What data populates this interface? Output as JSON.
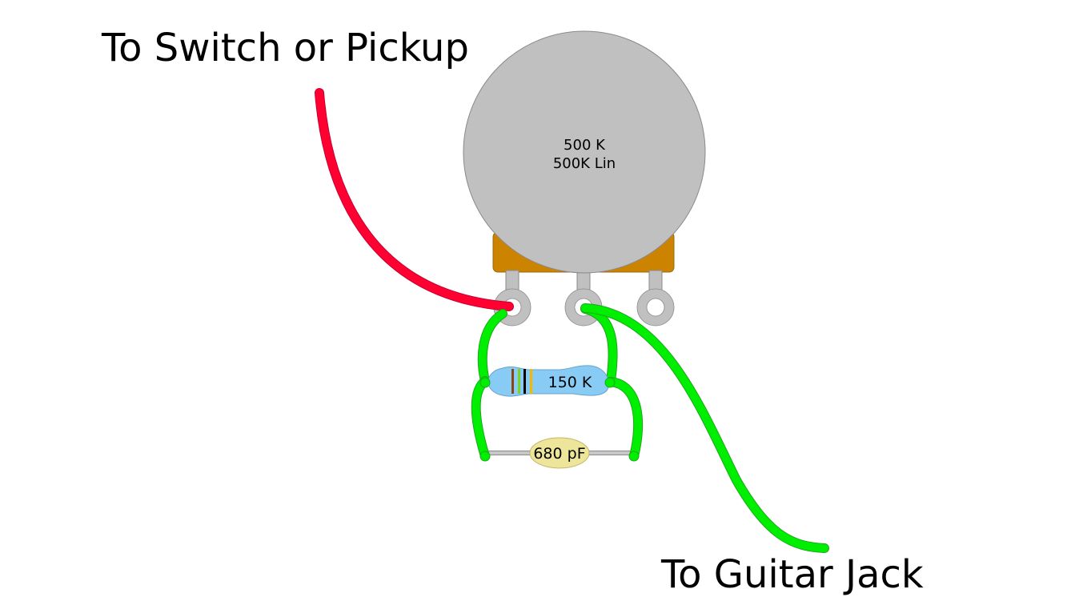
{
  "labels": {
    "top_left": "To Switch or Pickup",
    "bottom_right": "To Guitar Jack"
  },
  "potentiometer": {
    "value": "500 K",
    "taper": "500K Lin",
    "lugs": 3,
    "colors": {
      "knob": "#c0c0c0",
      "body": "#cc8400",
      "lug": "#c0c0c0"
    }
  },
  "resistor": {
    "value": "150 K",
    "bands": [
      "#8b4513",
      "#7ed321",
      "#000000",
      "#f5b800"
    ],
    "color": "#88ccf5"
  },
  "capacitor": {
    "value": "680 pF",
    "color": "#ede59a"
  },
  "wires": {
    "red_color": "#ff0033",
    "green_color": "#00ee00"
  }
}
